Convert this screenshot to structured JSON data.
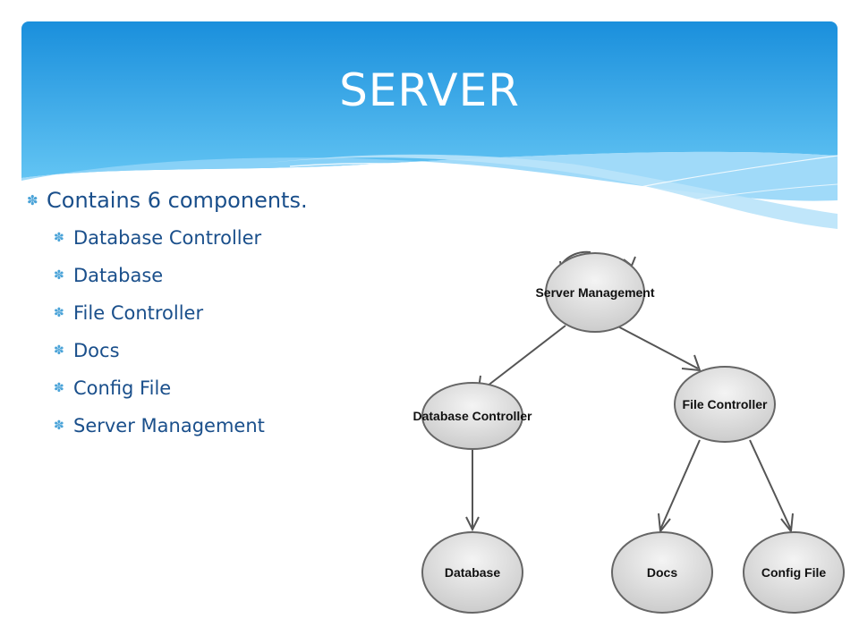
{
  "slide": {
    "title": "SERVER",
    "colors": {
      "header_top": "#1a8fdc",
      "header_bottom": "#5cc0f2",
      "wave": "#b9e3fa",
      "bullet_text": "#1a4f8b",
      "bullet_icon": "#4aa3d8"
    }
  },
  "bullets": {
    "main": "Contains 6 components.",
    "items": [
      "Database Controller",
      "Database",
      "File Controller",
      "Docs",
      "Config File",
      "Server Management"
    ]
  },
  "diagram": {
    "nodes": [
      {
        "id": "server-management",
        "label": "Server Management"
      },
      {
        "id": "database-controller",
        "label": "Database Controller"
      },
      {
        "id": "file-controller",
        "label": "File Controller"
      },
      {
        "id": "database",
        "label": "Database"
      },
      {
        "id": "docs",
        "label": "Docs"
      },
      {
        "id": "config-file",
        "label": "Config File"
      }
    ],
    "edges": [
      {
        "from": "server-management",
        "to": "database-controller"
      },
      {
        "from": "server-management",
        "to": "file-controller"
      },
      {
        "from": "database-controller",
        "to": "database"
      },
      {
        "from": "file-controller",
        "to": "docs"
      },
      {
        "from": "file-controller",
        "to": "config-file"
      }
    ]
  }
}
